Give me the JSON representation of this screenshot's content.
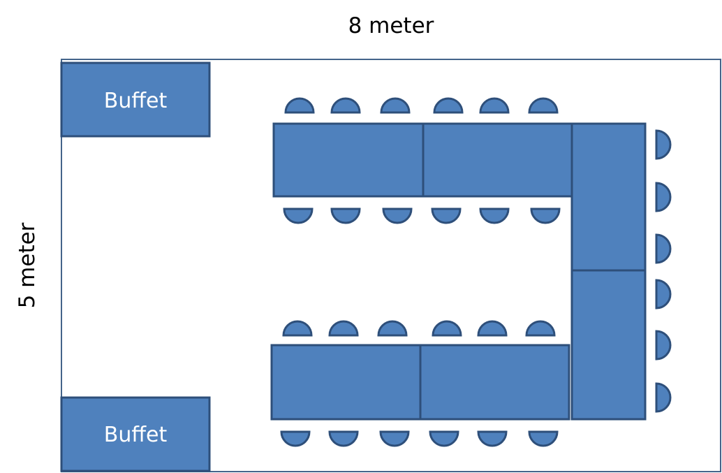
{
  "dimensions": {
    "width_label": "8 meter",
    "height_label": "5 meter"
  },
  "buffets": [
    {
      "label": "Buffet"
    },
    {
      "label": "Buffet"
    }
  ],
  "colors": {
    "fill": "#4F81BD",
    "stroke": "#2E4F7A",
    "room_border": "#44648A"
  }
}
